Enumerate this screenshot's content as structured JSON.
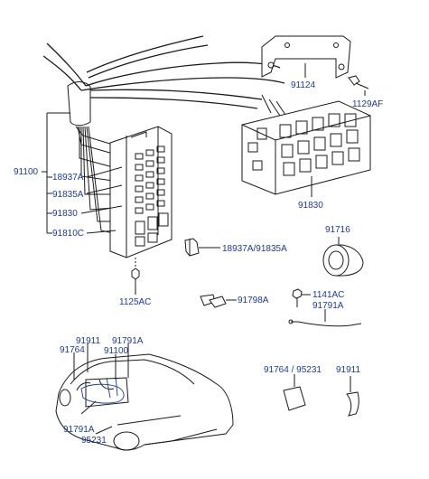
{
  "labels": {
    "l91100": "91100",
    "l18937A_left": "18937A",
    "l91835A_left": "91835A",
    "l91830_left": "91830",
    "l91810C": "91810C",
    "l1125AC": "1125AC",
    "l91124": "91124",
    "l1129AF": "1129AF",
    "l91830_right": "91830",
    "l18937A_91835A": "18937A/91835A",
    "l91716": "91716",
    "l91798A": "91798A",
    "l1141AC": "1141AC",
    "l91791A_right": "91791A",
    "l91911_car": "91911",
    "l91764_car": "91764",
    "l91791A_car_top": "91791A",
    "l91100_car": "91100",
    "l91791A_car_bottom": "91791A",
    "l95231_car": "95231",
    "l91764_95231": "91764 / 95231",
    "l91911_right": "91911"
  },
  "colors": {
    "line": "#1a1a1a",
    "label": "#1a3a9e",
    "background": "#ffffff"
  }
}
